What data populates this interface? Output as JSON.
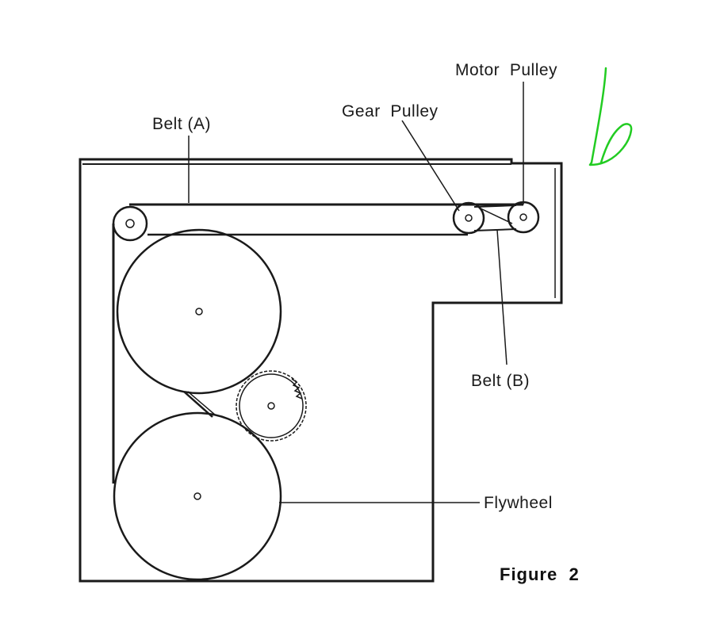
{
  "labels": {
    "motor_pulley": "Motor  Pulley",
    "gear_pulley": "Gear  Pulley",
    "belt_a": "Belt (A)",
    "belt_b": "Belt (B)",
    "flywheel": "Flywheel",
    "figure": "Figure  2"
  },
  "colors": {
    "ink": "#1a1a1a",
    "annotation": "#22cc22",
    "background": "#ffffff"
  },
  "annotation": {
    "kind": "handwritten-mark",
    "color": "#22cc22"
  }
}
